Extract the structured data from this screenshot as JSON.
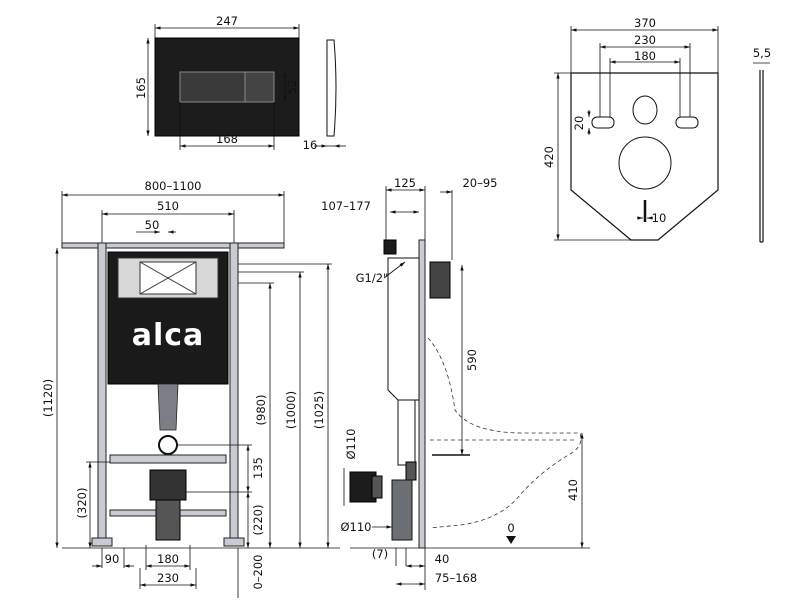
{
  "flush_plate": {
    "width": "247",
    "height": "165",
    "button_width": "168",
    "button_height": "52",
    "depth": "16"
  },
  "insulation_pad": {
    "width": "370",
    "hole_spacing_outer": "230",
    "hole_spacing_inner": "180",
    "height": "420",
    "slot_height": "20",
    "bottom_slot": "10",
    "thickness": "5,5"
  },
  "front_view": {
    "brand": "alca",
    "total_width": "800–1100",
    "frame_width": "510",
    "offset_top": "50",
    "height_total": "(1120)",
    "height_980": "(980)",
    "height_1000": "(1000)",
    "height_1025": "(1025)",
    "height_320": "(320)",
    "height_220": "(220)",
    "height_135": "135",
    "foot_90": "90",
    "width_180": "180",
    "width_230": "230",
    "foot_range": "0–200"
  },
  "side_view": {
    "depth_125": "125",
    "depth_20_95": "20–95",
    "depth_107_177": "107–177",
    "water_inlet": "G1/2\"",
    "height_590": "590",
    "pipe_diameter_top": "Ø110",
    "pipe_diameter_bottom": "Ø110",
    "height_410": "410",
    "floor_zero": "0",
    "offset_7": "(7)",
    "offset_40": "40",
    "offset_75_168": "75–168"
  }
}
